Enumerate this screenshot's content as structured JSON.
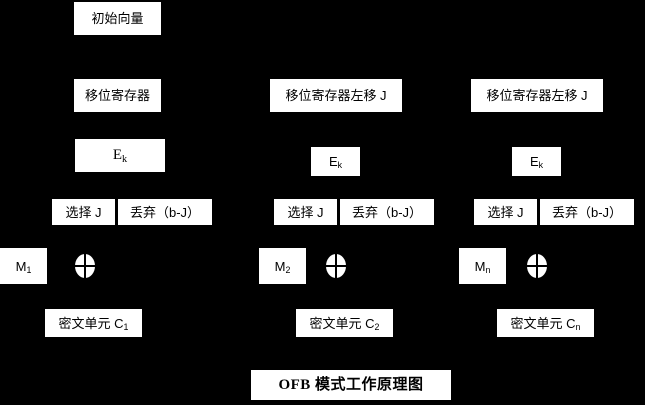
{
  "diagram": {
    "background_color": "#000000",
    "box_color": "#ffffff",
    "text_color": "#000000",
    "caption": "OFB 模式工作原理图",
    "columns": [
      {
        "id": "column-1",
        "initial_vector": "初始向量",
        "shift_register": "移位寄存器",
        "encrypt": "E",
        "encrypt_sub": "k",
        "select": "选择 J",
        "discard": "丢弃（b-J）",
        "plaintext": "M",
        "plaintext_sub": "1",
        "xor": "xor-circle-icon",
        "ciphertext": "密文单元 C",
        "ciphertext_sub": "1"
      },
      {
        "id": "column-2",
        "shift_register": "移位寄存器左移 J",
        "encrypt": "E",
        "encrypt_sub": "k",
        "select": "选择 J",
        "discard": "丢弃（b-J）",
        "plaintext": "M",
        "plaintext_sub": "2",
        "xor": "xor-circle-icon",
        "ciphertext": "密文单元 C",
        "ciphertext_sub": "2"
      },
      {
        "id": "column-3",
        "shift_register": "移位寄存器左移 J",
        "encrypt": "E",
        "encrypt_sub": "k",
        "select": "选择 J",
        "discard": "丢弃（b-J）",
        "plaintext": "M",
        "plaintext_sub": "n",
        "xor": "xor-circle-icon",
        "ciphertext": "密文单元 C",
        "ciphertext_sub": "n"
      }
    ]
  }
}
